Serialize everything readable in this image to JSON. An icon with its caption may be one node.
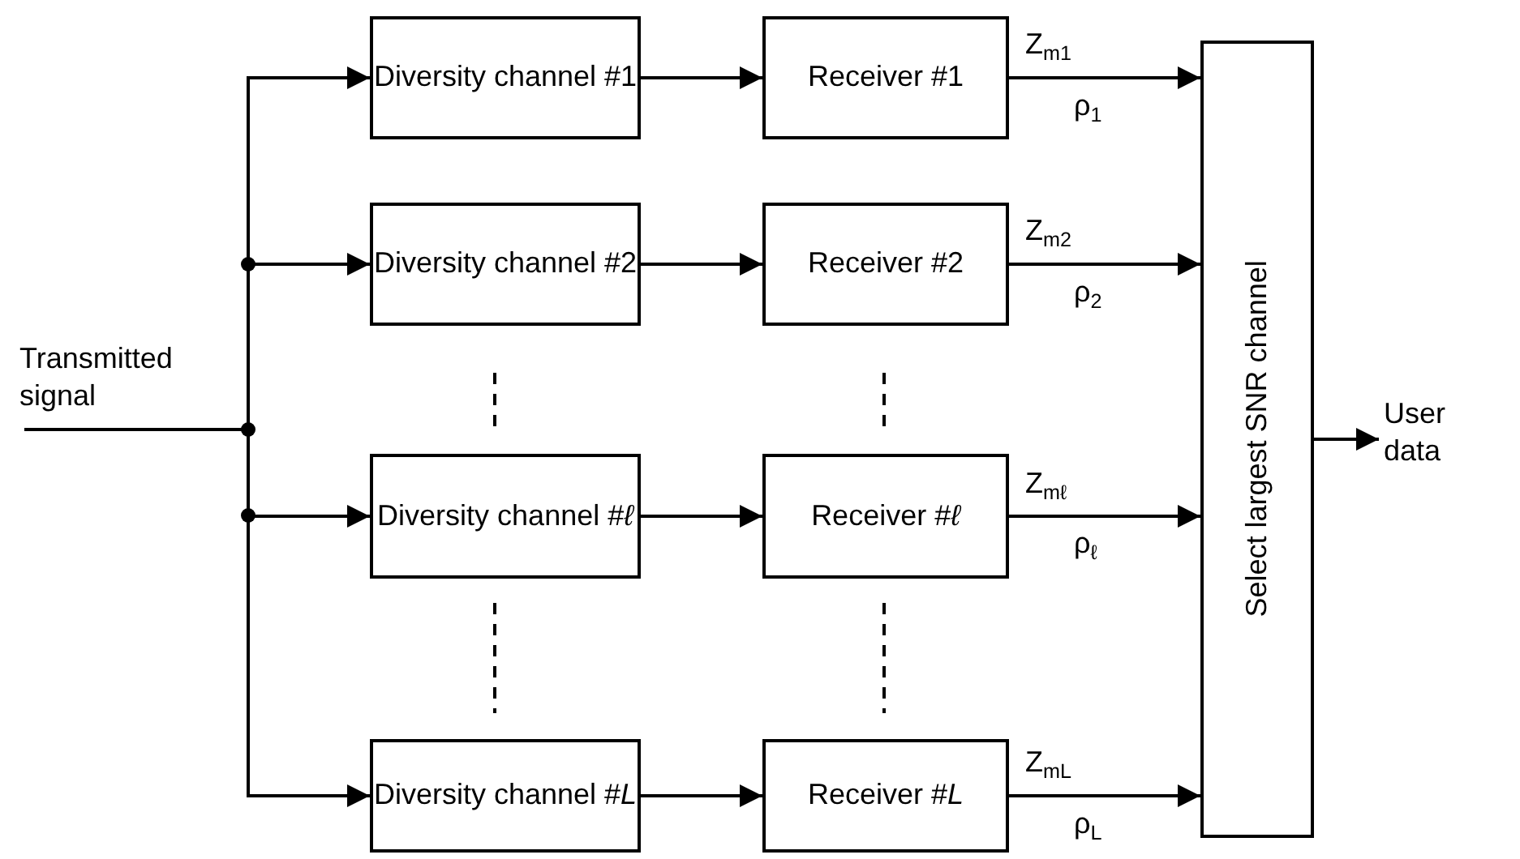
{
  "diagram": {
    "nodes": [
      {
        "text": [
          "Transmitted signal"
        ]
      },
      {
        "text": [
          "Diversity channel #1"
        ]
      },
      {
        "text": [
          "Receiver #1"
        ]
      },
      {
        "text": [
          "Diversity channel #2"
        ]
      },
      {
        "text": [
          "Receiver #2"
        ]
      },
      {
        "text": [
          "Diversity channel #*ℓ*"
        ]
      },
      {
        "text": [
          "Receiver #*ℓ*"
        ]
      },
      {
        "text": [
          "Diversity channel #*L*"
        ]
      },
      {
        "text": [
          "Receiver #*L*"
        ]
      },
      {
        "text": [
          "Select largest SNR channel"
        ]
      },
      {
        "text": [
          "User data"
        ]
      }
    ],
    "edges": [
      {
        "from": 0,
        "to": 1,
        "arrow": "to"
      },
      {
        "from": 0,
        "to": 3,
        "arrow": "to"
      },
      {
        "from": 0,
        "to": 5,
        "arrow": "to"
      },
      {
        "from": 0,
        "to": 7,
        "arrow": "to"
      },
      {
        "from": 1,
        "to": 2,
        "arrow": "to"
      },
      {
        "from": 3,
        "to": 4,
        "arrow": "to"
      },
      {
        "from": 5,
        "to": 6,
        "arrow": "to"
      },
      {
        "from": 7,
        "to": 8,
        "arrow": "to"
      },
      {
        "from": 2,
        "to": 9,
        "label": "Z$_{m1}$",
        "arrow": "to"
      },
      {
        "from": 4,
        "to": 9,
        "label": "Z$_{m2}$",
        "arrow": "to"
      },
      {
        "from": 6,
        "to": 9,
        "label": "Z$_{mℓ}$",
        "arrow": "to"
      },
      {
        "from": 8,
        "to": 9,
        "label": "Z$_{mL}$",
        "arrow": "to"
      },
      {
        "from": 9,
        "to": 10,
        "arrow": "to"
      }
    ],
    "labels": [
      "ρ$_{1}$",
      "ρ$_{2}$",
      "ρ$_{ℓ}$",
      "ρ$_{L}$"
    ]
  }
}
